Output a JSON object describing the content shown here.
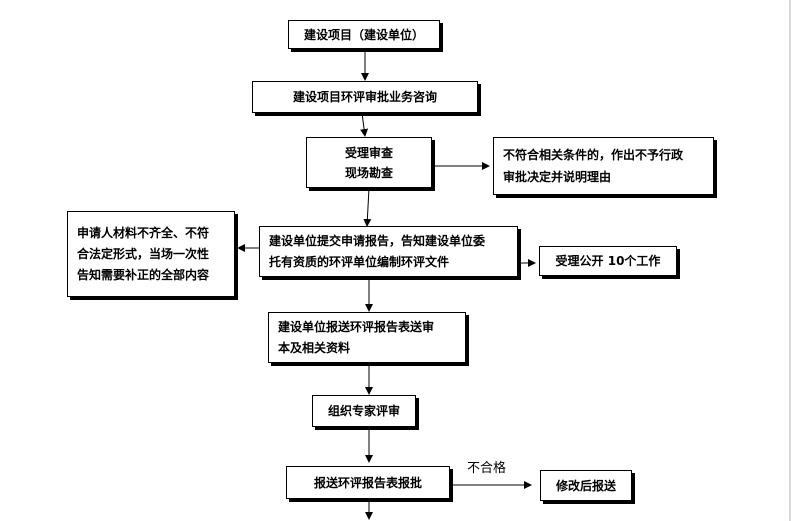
{
  "nodes": {
    "project": "建设项目（建设单位）",
    "consult": "建设项目环评审批业务咨询",
    "accept_review": "受理审查\n现场勘查",
    "reject_notice": "不符合相关条件的，作出不予行政\n审批决定并说明理由",
    "incomplete_notice": "申请人材料不齐全、不符\n合法定形式，当场一次性\n告知需要补正的全部内容",
    "submit_application": "建设单位提交申请报告，告知建设单位委\n托有资质的环评单位编制环评文件",
    "publicity": "受理公开 10个工作",
    "submit_report": "建设单位报送环评报告表送审\n本及相关资料",
    "expert_review": "组织专家评审",
    "submit_approval": "报送环评报告表报批",
    "resubmit": "修改后报送"
  },
  "edge_labels": {
    "unqualified": "不合格"
  }
}
